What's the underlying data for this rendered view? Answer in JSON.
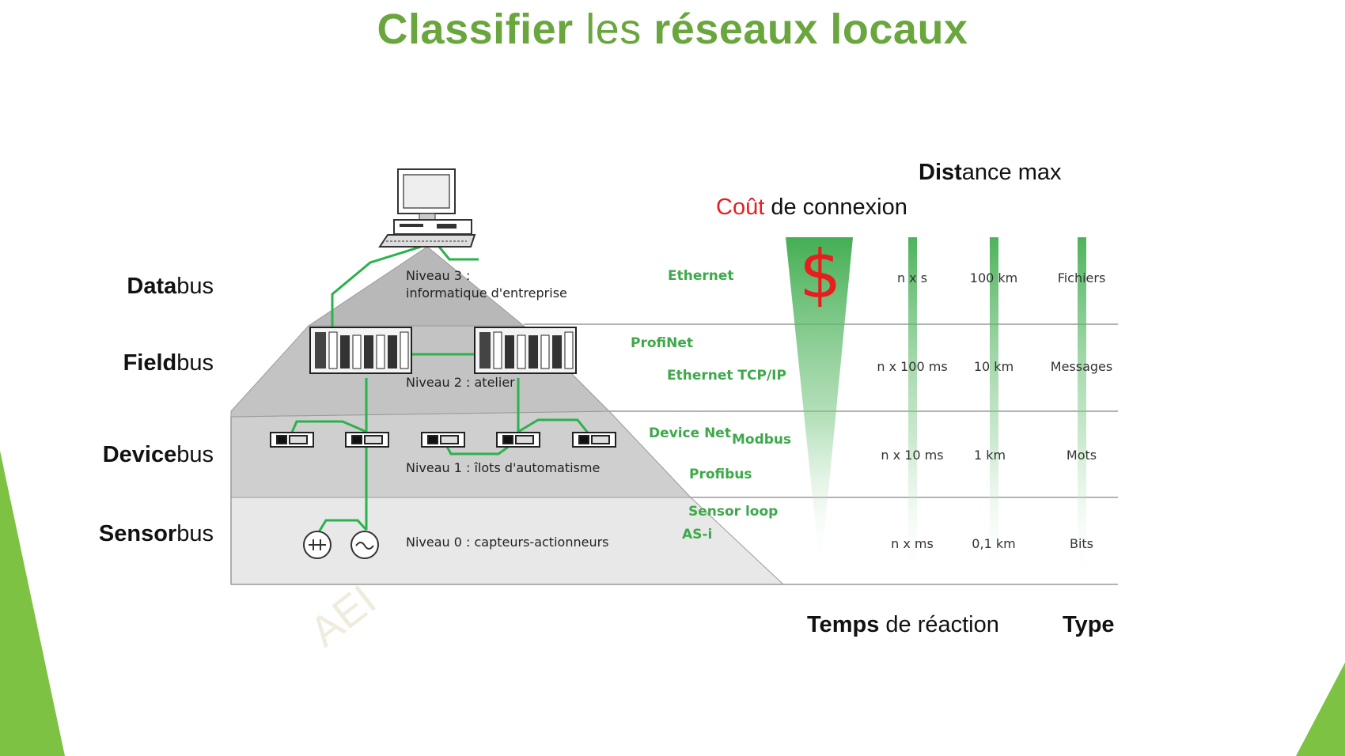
{
  "title": {
    "part1": "Classifier",
    "part2": "les",
    "part3": "réseaux locaux"
  },
  "bus_labels": [
    {
      "bold": "Data",
      "rest": "bus"
    },
    {
      "bold": "Field",
      "rest": "bus"
    },
    {
      "bold": "Device",
      "rest": "bus"
    },
    {
      "bold": "Sensor",
      "rest": "bus"
    }
  ],
  "headers": {
    "distance_bold": "Dist",
    "distance_rest": "ance max",
    "cost_red": "Coût",
    "cost_rest": "de connexion",
    "time_bold": "Temps",
    "time_rest": "de réaction",
    "type": "Type"
  },
  "levels": {
    "n3_line1": "Niveau 3 :",
    "n3_line2": "informatique d'entreprise",
    "n2": "Niveau 2 : atelier",
    "n1": "Niveau 1 : îlots d'automatisme",
    "n0": "Niveau 0 : capteurs-actionneurs"
  },
  "protocols": {
    "ethernet": "Ethernet",
    "profinet": "ProfiNet",
    "ethernet_tcpip": "Ethernet TCP/IP",
    "devicenet": "Device Net",
    "modbus": "Modbus",
    "profibus": "Profibus",
    "sensorloop": "Sensor loop",
    "asi": "AS-i"
  },
  "cost_symbol": "$",
  "table": [
    {
      "time": "n x s",
      "distance": "100 km",
      "type": "Fichiers"
    },
    {
      "time": "n x 100 ms",
      "distance": "10 km",
      "type": "Messages"
    },
    {
      "time": "n x 10 ms",
      "distance": "1 km",
      "type": "Mots"
    },
    {
      "time": "n x ms",
      "distance": "0,1 km",
      "type": "Bits"
    }
  ],
  "watermark": "AEI",
  "colors": {
    "title_green": "#6aa63e",
    "protocol_green": "#3da94a",
    "network_line": "#2bb24c",
    "cost_red": "#e81e1e",
    "pyramid_gray": "#c8c8c8",
    "accent_green": "#7dc242"
  }
}
